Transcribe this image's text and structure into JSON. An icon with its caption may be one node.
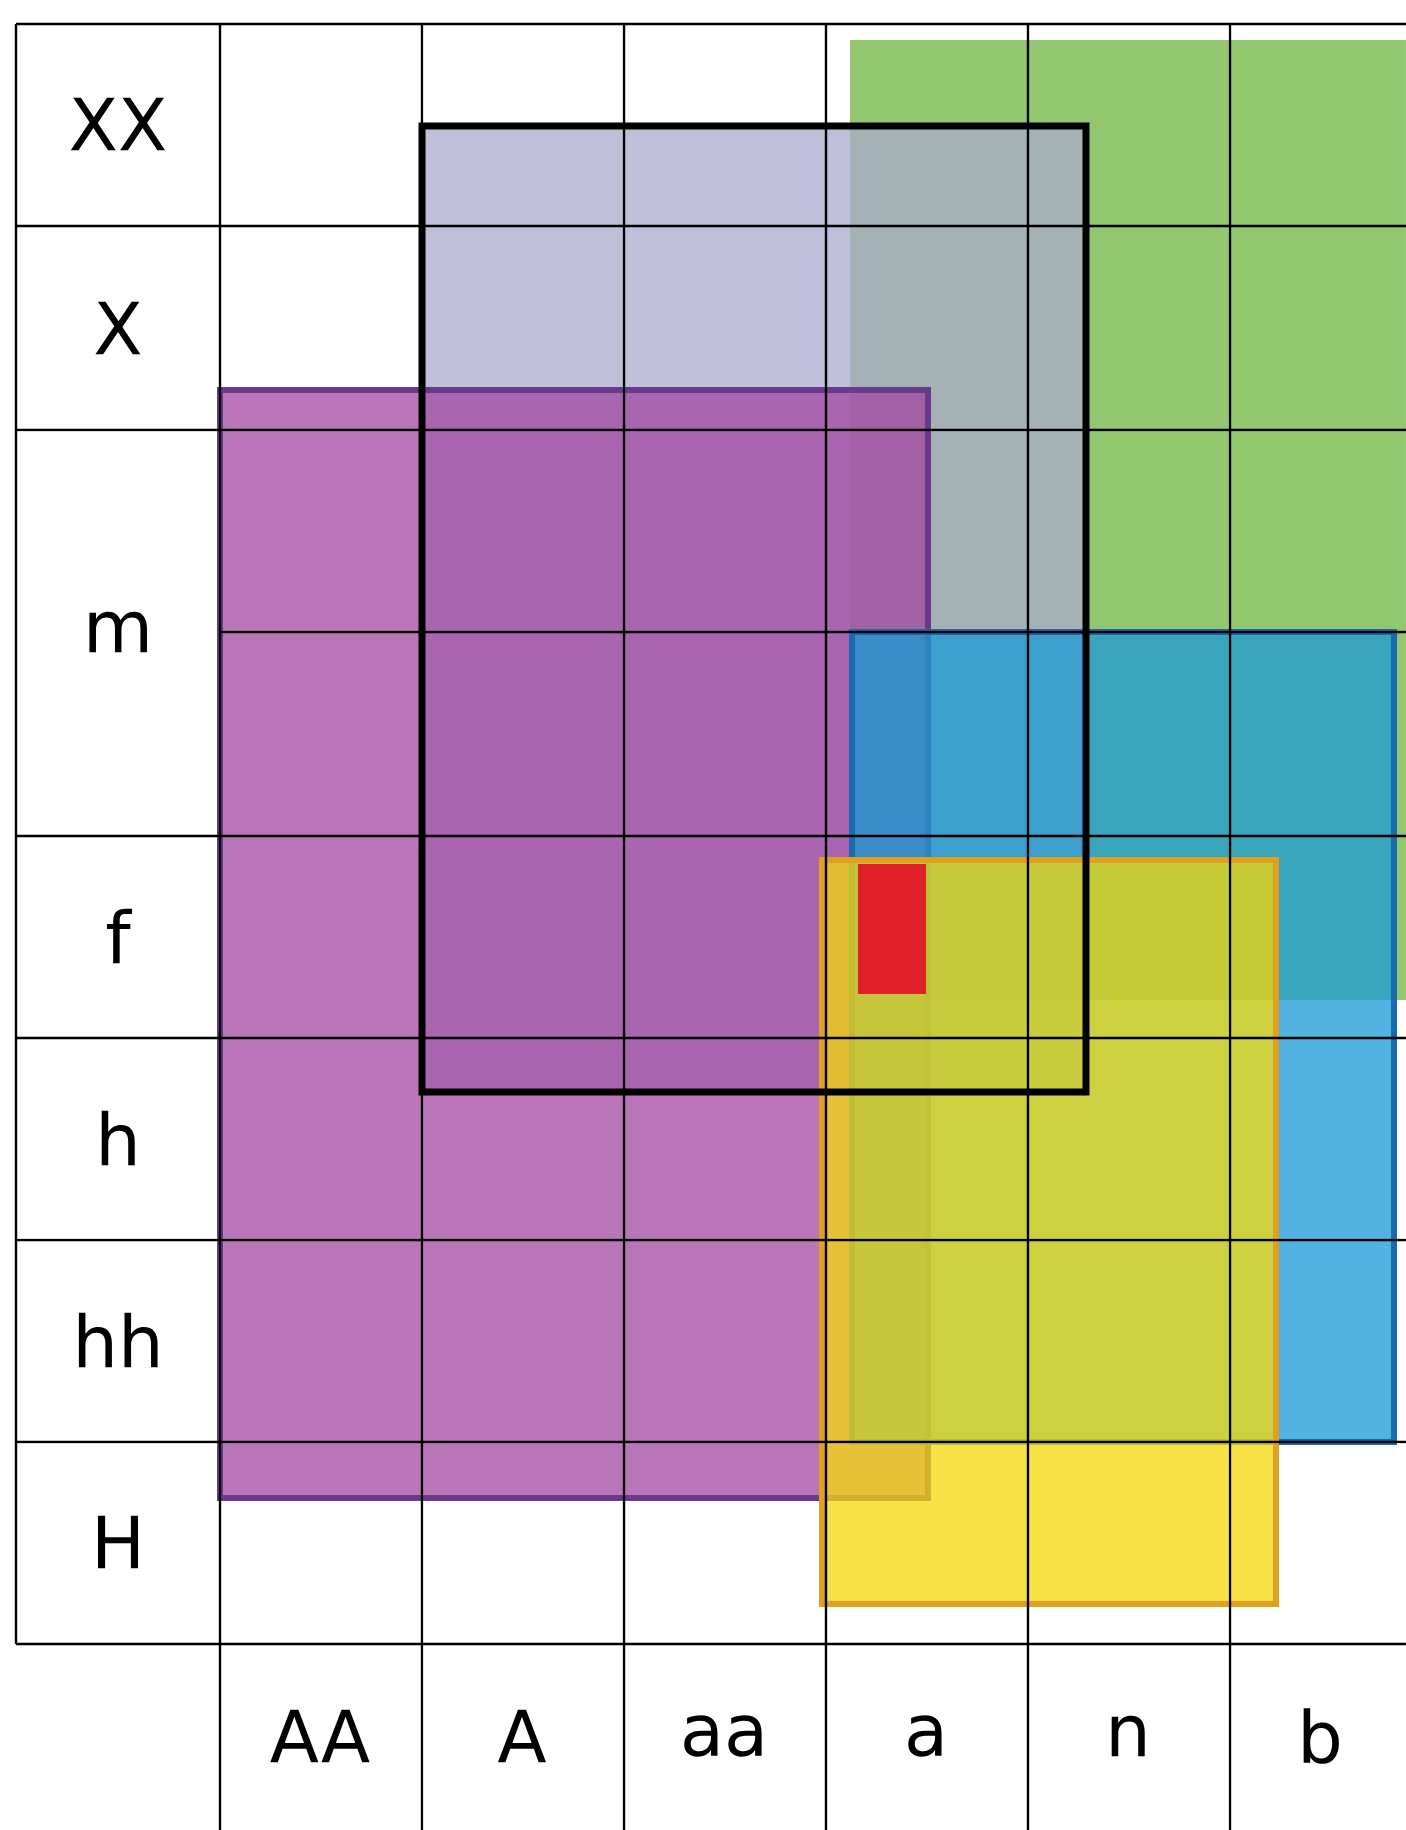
{
  "diagram": {
    "labels": [
      "XX",
      "X",
      "m",
      "f",
      "h",
      "hh",
      "H",
      "AA",
      "A",
      "aa",
      "a",
      "n",
      "b"
    ]
  }
}
